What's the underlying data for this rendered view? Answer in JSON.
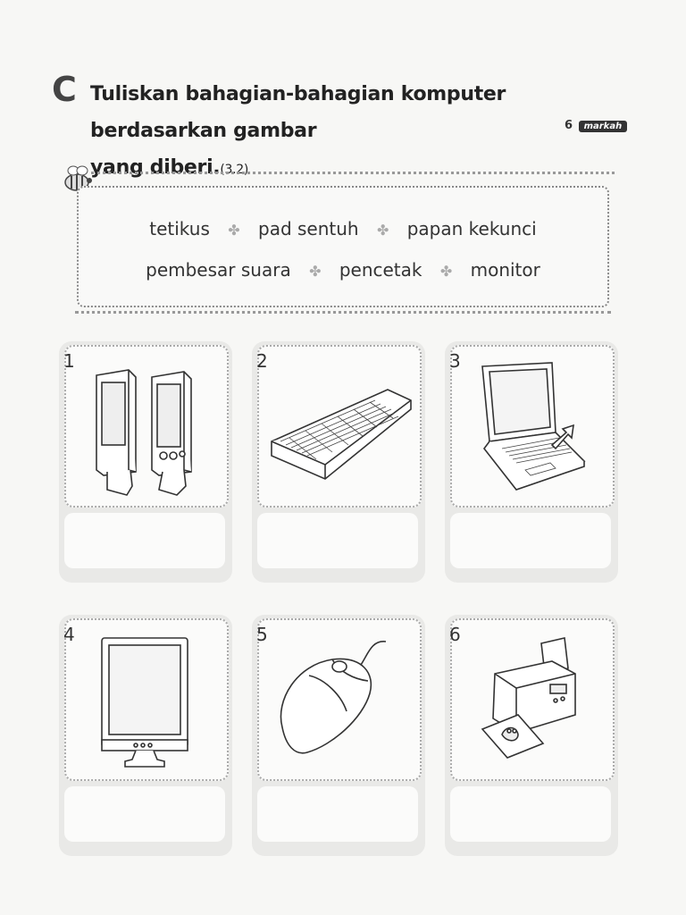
{
  "section": {
    "letter": "C",
    "instruction_line1": "Tuliskan bahagian-bahagian komputer berdasarkan gambar",
    "instruction_line2": "yang diberi.",
    "reference": "(3.2)",
    "marks_value": "6",
    "marks_label": "markah"
  },
  "word_bank": {
    "row1": [
      "tetikus",
      "pad sentuh",
      "papan kekunci"
    ],
    "row2": [
      "pembesar suara",
      "pencetak",
      "monitor"
    ]
  },
  "cards": [
    {
      "number": "1",
      "icon": "speakers-icon",
      "answer": ""
    },
    {
      "number": "2",
      "icon": "keyboard-icon",
      "answer": ""
    },
    {
      "number": "3",
      "icon": "laptop-touchpad-icon",
      "answer": ""
    },
    {
      "number": "4",
      "icon": "monitor-icon",
      "answer": ""
    },
    {
      "number": "5",
      "icon": "mouse-icon",
      "answer": ""
    },
    {
      "number": "6",
      "icon": "printer-icon",
      "answer": ""
    }
  ]
}
